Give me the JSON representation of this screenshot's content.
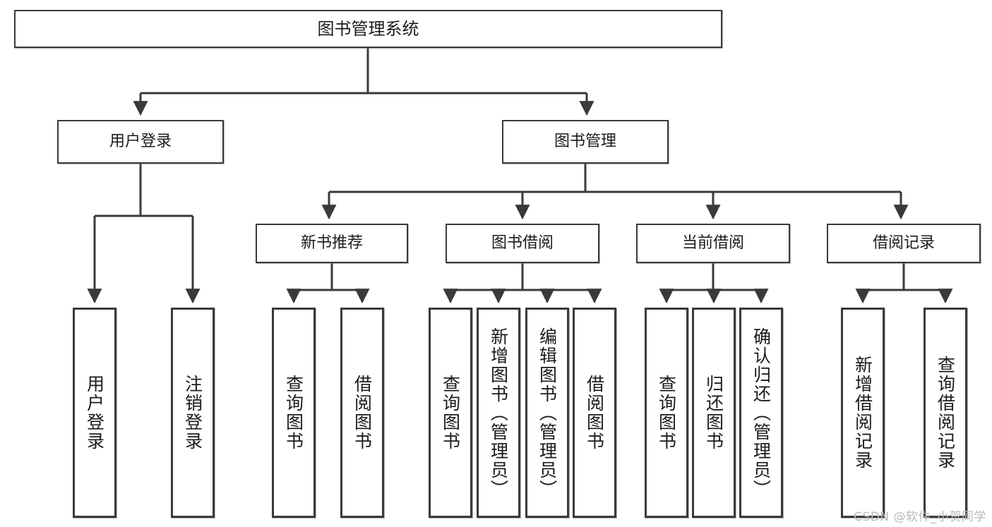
{
  "diagram": {
    "title": "图书管理系统",
    "root": {
      "label": "图书管理系统"
    },
    "level2": [
      {
        "label": "用户登录"
      },
      {
        "label": "图书管理"
      }
    ],
    "level3": [
      {
        "label": "新书推荐"
      },
      {
        "label": "图书借阅"
      },
      {
        "label": "当前借阅"
      },
      {
        "label": "借阅记录"
      }
    ],
    "leaves": {
      "user_login": [
        {
          "label": "用户登录"
        },
        {
          "label": "注销登录"
        }
      ],
      "new_book_recommend": [
        {
          "label": "查询图书"
        },
        {
          "label": "借阅图书"
        }
      ],
      "book_borrow": [
        {
          "label": "查询图书"
        },
        {
          "label": "新增图书（管理员）"
        },
        {
          "label": "编辑图书（管理员）"
        },
        {
          "label": "借阅图书"
        }
      ],
      "current_borrow": [
        {
          "label": "查询图书"
        },
        {
          "label": "归还图书"
        },
        {
          "label": "确认归还（管理员）"
        }
      ],
      "borrow_record": [
        {
          "label": "新增借阅记录"
        },
        {
          "label": "查询借阅记录"
        }
      ]
    }
  },
  "watermark": {
    "text": "CSDN @软件_小贺同学"
  },
  "colors": {
    "border": "#3a3a3a",
    "background": "#ffffff",
    "text": "#1b1b1b",
    "watermark": "#b9b9b9"
  }
}
